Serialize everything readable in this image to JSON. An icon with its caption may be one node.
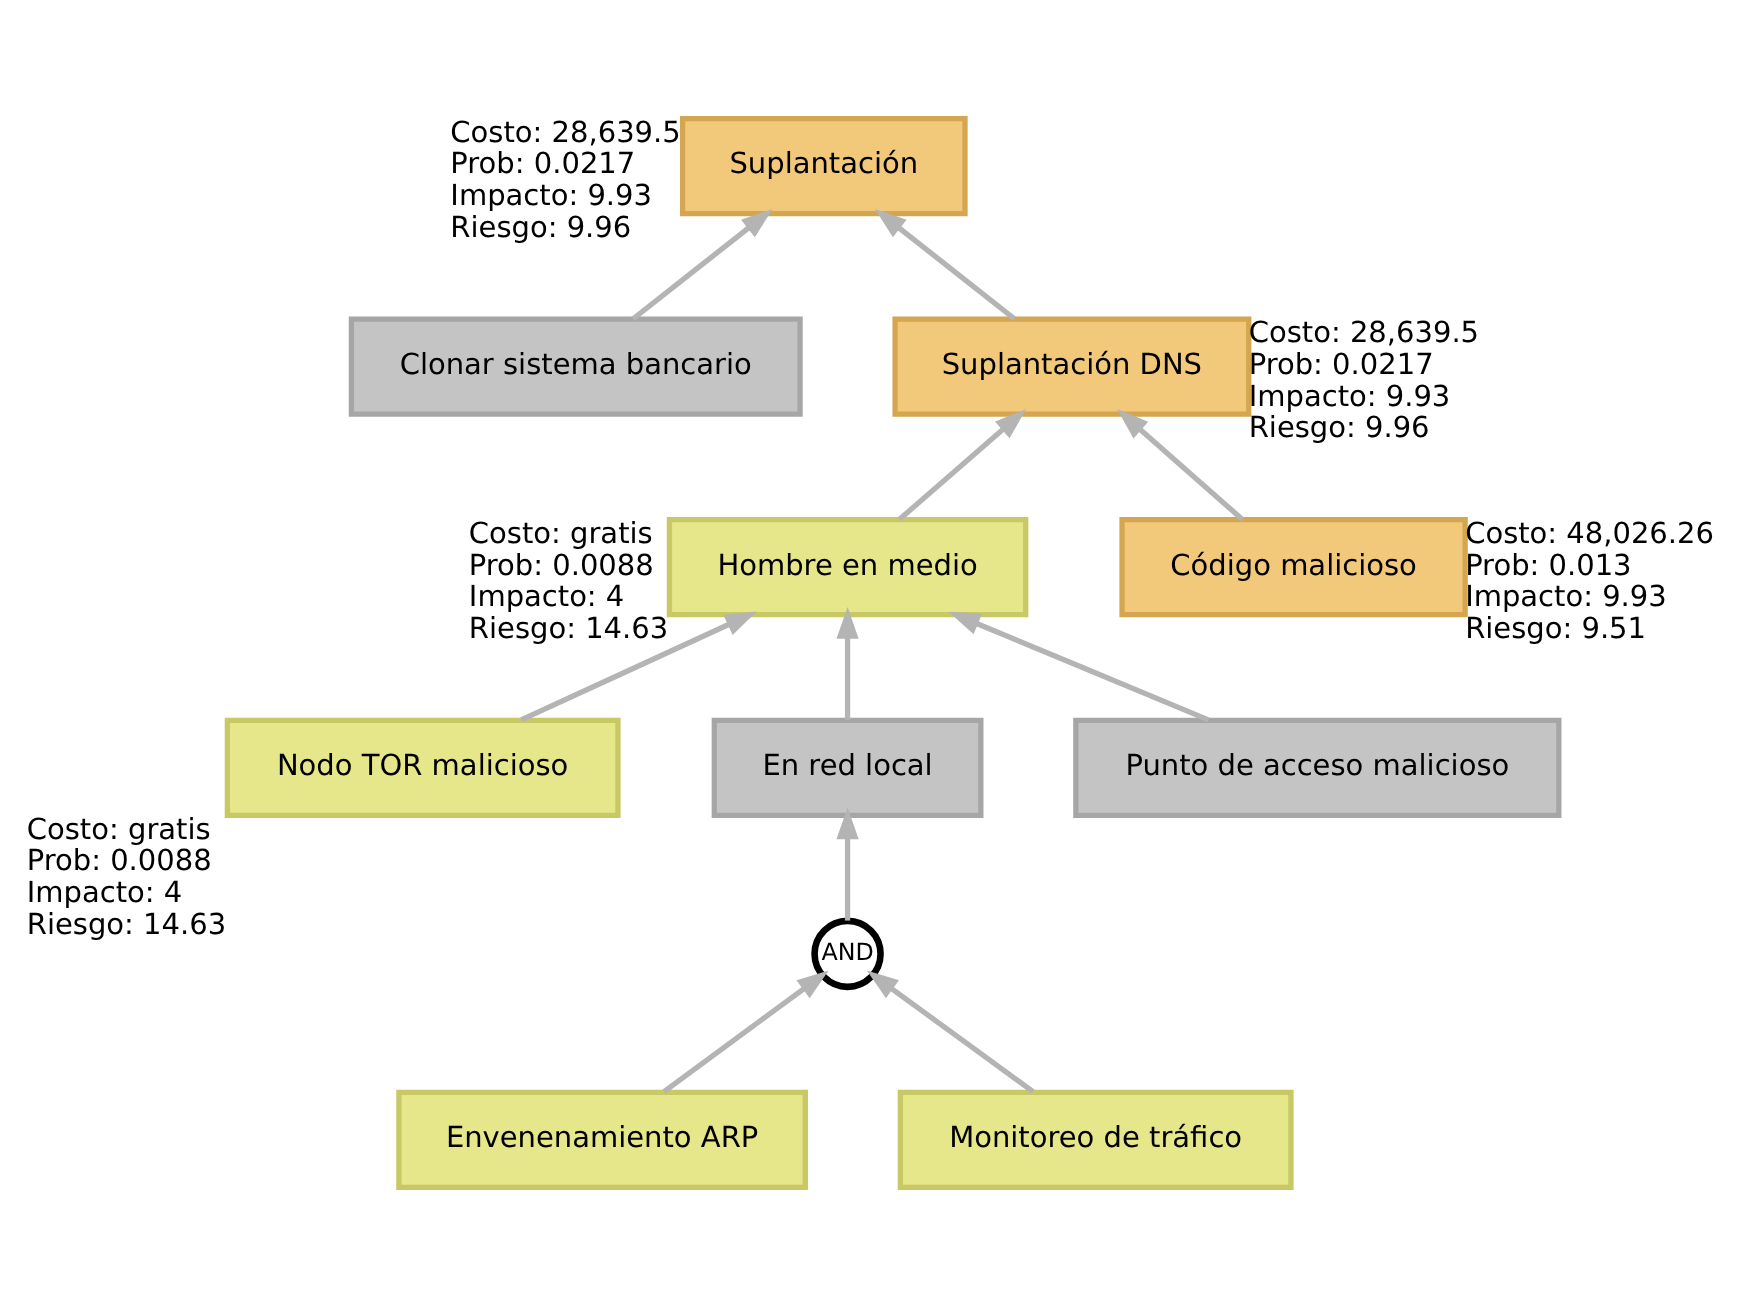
{
  "diagram": {
    "nodes": [
      {
        "text": [
          "Suplantación"
        ],
        "beside": [
          "Costo: 28,639.5",
          "Prob: 0.0217",
          "Impacto: 9.93",
          "Riesgo: 9.96"
        ]
      },
      {
        "text": [
          "Clonar sistema bancario"
        ]
      },
      {
        "text": [
          "Suplantación DNS"
        ],
        "beside": [
          "Costo: 28,639.5",
          "Prob: 0.0217",
          "Impacto: 9.93",
          "Riesgo: 9.96"
        ]
      },
      {
        "text": [
          "Hombre en medio"
        ],
        "beside": [
          "Costo: gratis",
          "Prob: 0.0088",
          "Impacto: 4",
          "Riesgo: 14.63"
        ]
      },
      {
        "text": [
          "Código malicioso"
        ],
        "beside": [
          "Costo: 48,026.26",
          "Prob: 0.013",
          "Impacto: 9.93",
          "Riesgo: 9.51"
        ]
      },
      {
        "text": [
          "Nodo TOR malicioso"
        ],
        "beside": [
          "Costo: gratis",
          "Prob: 0.0088",
          "Impacto: 4",
          "Riesgo: 14.63"
        ]
      },
      {
        "text": [
          "En red local"
        ]
      },
      {
        "text": [
          "Punto de acceso malicioso"
        ]
      },
      {
        "text": [
          "AND"
        ]
      },
      {
        "text": [
          "Envenenamiento ARP"
        ]
      },
      {
        "text": [
          "Monitoreo de tráfico"
        ]
      }
    ],
    "edges": [
      {
        "from": 1,
        "to": 0,
        "arrow": "to"
      },
      {
        "from": 2,
        "to": 0,
        "arrow": "to"
      },
      {
        "from": 3,
        "to": 2,
        "arrow": "to"
      },
      {
        "from": 4,
        "to": 2,
        "arrow": "to"
      },
      {
        "from": 5,
        "to": 3,
        "arrow": "to"
      },
      {
        "from": 6,
        "to": 3,
        "arrow": "to"
      },
      {
        "from": 7,
        "to": 3,
        "arrow": "to"
      },
      {
        "from": 8,
        "to": 6,
        "arrow": "to"
      },
      {
        "from": 9,
        "to": 8,
        "arrow": "to"
      },
      {
        "from": 10,
        "to": 8,
        "arrow": "to"
      }
    ]
  }
}
